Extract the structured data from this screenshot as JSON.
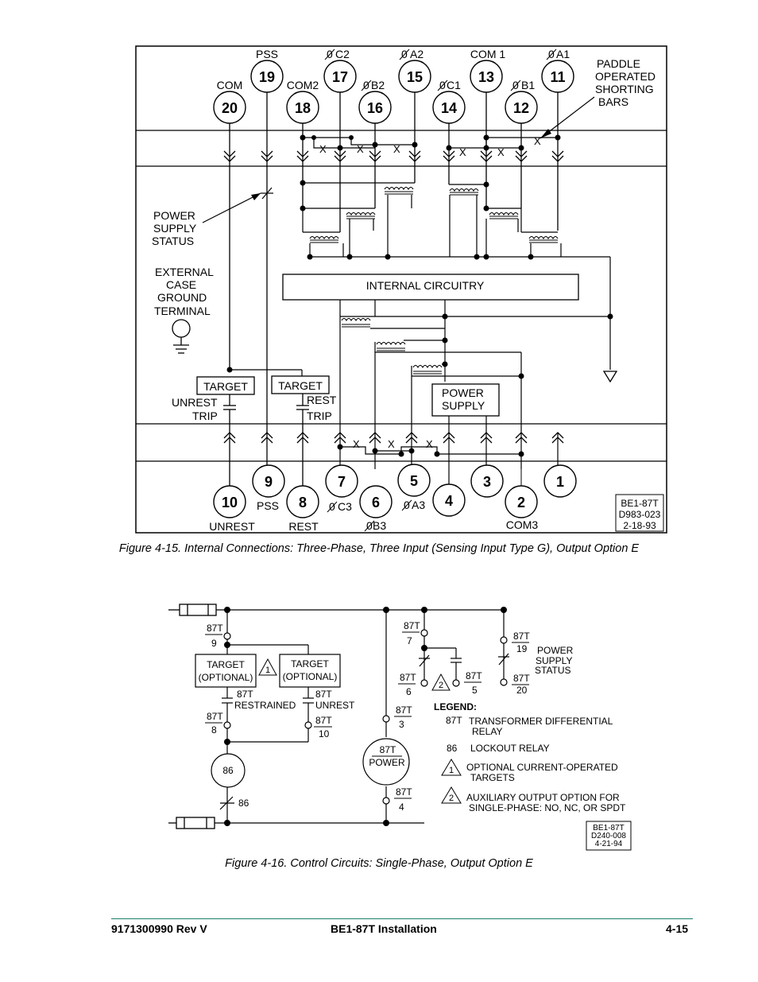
{
  "figure1": {
    "caption": "Figure 4-15. Internal Connections: Three-Phase, Three Input (Sensing Input Type G), Output Option E",
    "top_terminals": [
      {
        "num": "20",
        "label": "COM"
      },
      {
        "num": "19",
        "label": "PSS"
      },
      {
        "num": "18",
        "label": "COM2"
      },
      {
        "num": "17",
        "label": "C2"
      },
      {
        "num": "16",
        "label": "B2"
      },
      {
        "num": "15",
        "label": "A2"
      },
      {
        "num": "14",
        "label": "C1"
      },
      {
        "num": "13",
        "label": "COM 1"
      },
      {
        "num": "12",
        "label": "B1"
      },
      {
        "num": "11",
        "label": "A1"
      }
    ],
    "bottom_terminals": [
      {
        "num": "10",
        "label": "UNREST"
      },
      {
        "num": "9",
        "label": "PSS"
      },
      {
        "num": "8",
        "label": "REST"
      },
      {
        "num": "7",
        "label": "C3"
      },
      {
        "num": "6",
        "label": "B3"
      },
      {
        "num": "5",
        "label": "A3"
      },
      {
        "num": "4",
        "label": ""
      },
      {
        "num": "3",
        "label": ""
      },
      {
        "num": "2",
        "label": "COM3"
      },
      {
        "num": "1",
        "label": ""
      }
    ],
    "paddle_label": [
      "PADDLE",
      "OPERATED",
      "SHORTING",
      "BARS"
    ],
    "power_supply_status": [
      "POWER",
      "SUPPLY",
      "STATUS"
    ],
    "ground_label": [
      "EXTERNAL",
      "CASE",
      "GROUND",
      "TERMINAL"
    ],
    "internal_circuitry": "INTERNAL   CIRCUITRY",
    "target": "TARGET",
    "unrest_trip": [
      "UNREST",
      "TRIP"
    ],
    "rest_trip": [
      "REST",
      "TRIP"
    ],
    "power_supply": [
      "POWER",
      "SUPPLY"
    ],
    "drawing_id": [
      "BE1-87T",
      "D983-023",
      "2-18-93"
    ]
  },
  "figure2": {
    "caption": "Figure 4-16. Control Circuits: Single-Phase, Output Option E",
    "relay": "87T",
    "contact_numbers": {
      "c9": "9",
      "c8": "8",
      "c10": "10",
      "c7": "7",
      "c6": "6",
      "c5": "5",
      "c3": "3",
      "c4": "4",
      "c19": "19",
      "c20": "20"
    },
    "target_optional": [
      "TARGET",
      "(OPTIONAL)"
    ],
    "restrained": "RESTRAINED",
    "unrest": "UNREST",
    "lockout": "86",
    "power_coil": "POWER",
    "power_supply_status": [
      "POWER",
      "SUPPLY",
      "STATUS"
    ],
    "legend_title": "LEGEND:",
    "legend": [
      {
        "key": "87T",
        "text": [
          "TRANSFORMER DIFFERENTIAL",
          "RELAY"
        ]
      },
      {
        "key": "86",
        "text": [
          "LOCKOUT RELAY"
        ]
      },
      {
        "key": "1",
        "text": [
          "OPTIONAL CURRENT-OPERATED",
          "TARGETS"
        ]
      },
      {
        "key": "2",
        "text": [
          "AUXILIARY OUTPUT OPTION FOR",
          "SINGLE-PHASE: NO, NC, OR SPDT"
        ]
      }
    ],
    "note_marks": {
      "n1": "1",
      "n2": "2"
    },
    "drawing_id": [
      "BE1-87T",
      "D240-008",
      "4-21-94"
    ]
  },
  "footer": {
    "left": "9171300990 Rev V",
    "center": "BE1-87T Installation",
    "right": "4-15"
  }
}
